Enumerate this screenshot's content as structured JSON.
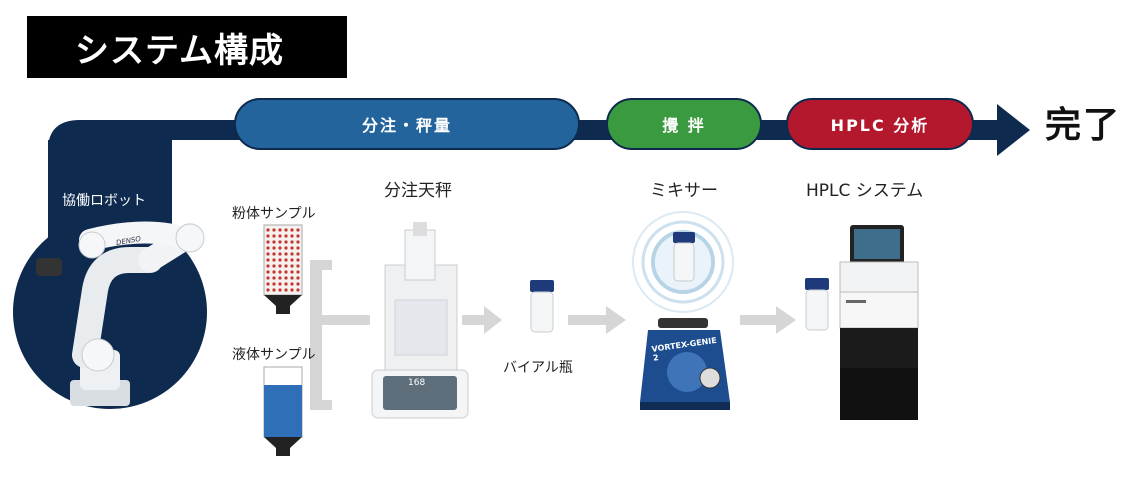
{
  "header": {
    "title": "システム構成"
  },
  "robot": {
    "label": "協働ロボット",
    "brand": "DENSO"
  },
  "flow": {
    "stages": [
      {
        "label": "分注・秤量",
        "color": "#23649c"
      },
      {
        "label": "攪 拌",
        "color": "#3a9a3f"
      },
      {
        "label": "HPLC 分析",
        "color": "#b3182d"
      }
    ],
    "end_label": "完了"
  },
  "equipment": {
    "powder_sample": "粉体サンプル",
    "liquid_sample": "液体サンプル",
    "balance": "分注天秤",
    "balance_display": "168",
    "vial": "バイアル瓶",
    "mixer": "ミキサー",
    "mixer_brand": "VORTEX-GENIE 2",
    "hplc": "HPLC システム"
  },
  "colors": {
    "navy": "#0e2a4e",
    "dispense_blue": "#23649c",
    "stir_green": "#3a9a3f",
    "hplc_red": "#b3182d",
    "sample_red": "#c0392b",
    "liquid_blue": "#2f6fb8",
    "arrow_gray": "#d0d0d0"
  }
}
